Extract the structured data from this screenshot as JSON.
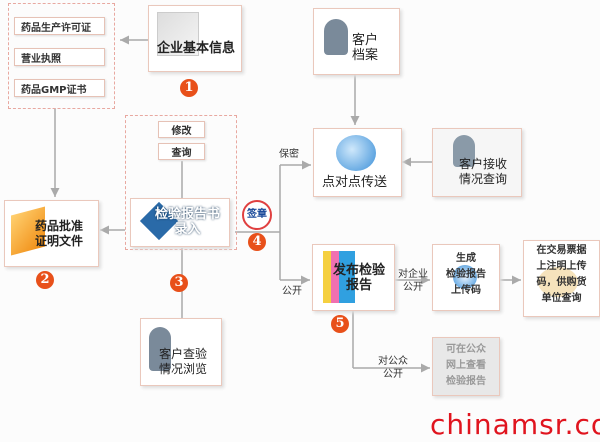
{
  "certificates": [
    "药品生产许可证",
    "营业执照",
    "药品GMP证书"
  ],
  "company_info": "企业基本信息",
  "customer_archive": [
    "客户",
    "档案"
  ],
  "p2p": "点对点传送",
  "customer_receive": [
    "客户接收",
    "情况查询"
  ],
  "confidential": "保密",
  "edit": "修改",
  "query": "查询",
  "report_entry": [
    "检验报告书",
    "录入"
  ],
  "approval_doc": [
    "药品批准",
    "证明文件"
  ],
  "seal": "签章",
  "customer_check": [
    "客户查验",
    "情况浏览"
  ],
  "publish": [
    "发布检验",
    "报告"
  ],
  "public_label": "公开",
  "to_company": [
    "对企业",
    "公开"
  ],
  "gen_code": [
    "生成",
    "检验报告",
    "上传码"
  ],
  "invoice": [
    "在交易票据",
    "上注明上传",
    "码，供购货",
    "单位查询"
  ],
  "to_public": [
    "对公众",
    "公开"
  ],
  "public_view": [
    "可在公众",
    "网上查看",
    "检验报告"
  ],
  "badges": [
    "1",
    "2",
    "3",
    "4",
    "5"
  ],
  "watermark": "chinamsr.com",
  "colors": {
    "badge": "#e8501a",
    "watermark": "#e0141e"
  }
}
